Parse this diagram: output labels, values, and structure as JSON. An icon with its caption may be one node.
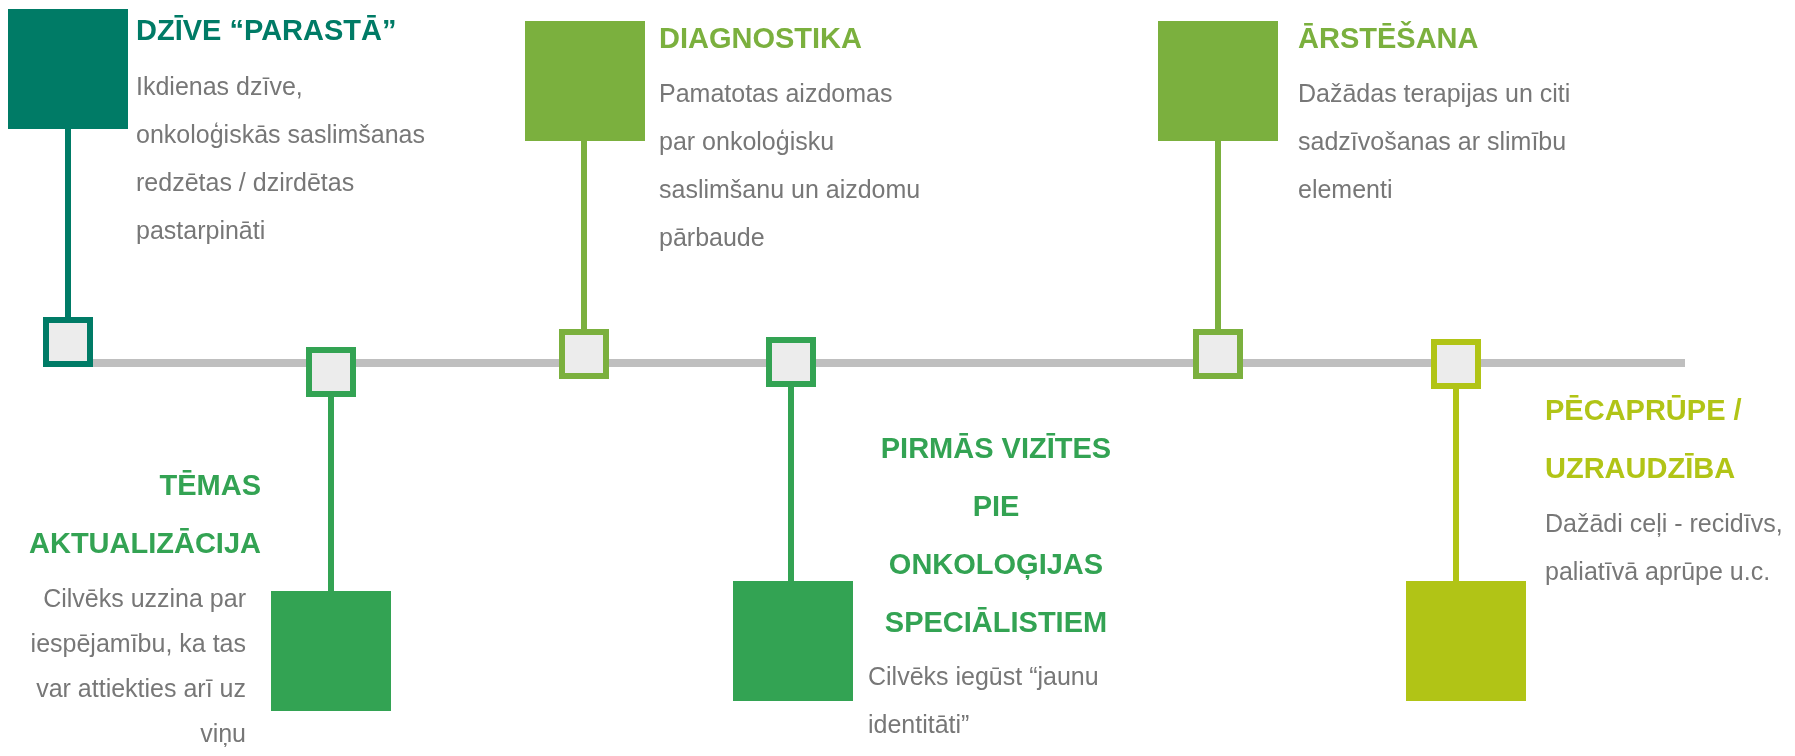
{
  "diagram": {
    "nodes": [
      {
        "text": [
          "DZĪVE “PARASTĀ”",
          "Ikdienas dzīve, onkoloģiskās saslimšanas redzētas / dzirdētas pastarpināti"
        ]
      },
      {
        "text": [
          "TĒMAS AKTUALIZĀCIJA",
          "Cilvēks uzzina par iespējamību, ka tas var attiekties arī uz viņu"
        ]
      },
      {
        "text": [
          "DIAGNOSTIKA",
          "Pamatotas aizdomas par onkoloģisku saslimšanu un aizdomu pārbaude"
        ]
      },
      {
        "text": [
          "PIRMĀS VIZĪTES PIE ONKOLOĢIJAS SPECIĀLISTIEM",
          "Cilvēks iegūst “jaunu identitāti”"
        ]
      },
      {
        "text": [
          "ĀRSTĒŠANA",
          "Dažādas terapijas un citi sadzīvošanas ar slimību elementi"
        ]
      },
      {
        "text": [
          "PĒCAPRŪPE / UZRAUDZĪBA",
          "Dažādi ceļi - recidīvs, paliatīvā aprūpe u.c."
        ]
      },
      {
        "text": [],
        "shape": "box"
      },
      {
        "text": [],
        "shape": "box"
      },
      {
        "text": [],
        "shape": "box"
      },
      {
        "text": [],
        "shape": "box"
      },
      {
        "text": [],
        "shape": "box"
      },
      {
        "text": [],
        "shape": "box"
      }
    ],
    "edges": [
      {
        "from": 6,
        "to": 0,
        "arrow": "none",
        "color": "#007b66"
      },
      {
        "from": 7,
        "to": 1,
        "arrow": "none",
        "color": "#33a353"
      },
      {
        "from": 8,
        "to": 2,
        "arrow": "none",
        "color": "#7bb03e"
      },
      {
        "from": 9,
        "to": 3,
        "arrow": "none",
        "color": "#33a353"
      },
      {
        "from": 10,
        "to": 4,
        "arrow": "none",
        "color": "#7bb03e"
      },
      {
        "from": 11,
        "to": 5,
        "arrow": "none",
        "color": "#b1c416"
      },
      {
        "from": 6,
        "to": 7,
        "arrow": "none"
      },
      {
        "from": 7,
        "to": 8,
        "arrow": "none"
      },
      {
        "from": 8,
        "to": 9,
        "arrow": "none"
      },
      {
        "from": 9,
        "to": 10,
        "arrow": "none"
      },
      {
        "from": 10,
        "to": 11,
        "arrow": "none"
      },
      {
        "from": 11,
        "to": null,
        "arrow": "none"
      }
    ]
  }
}
